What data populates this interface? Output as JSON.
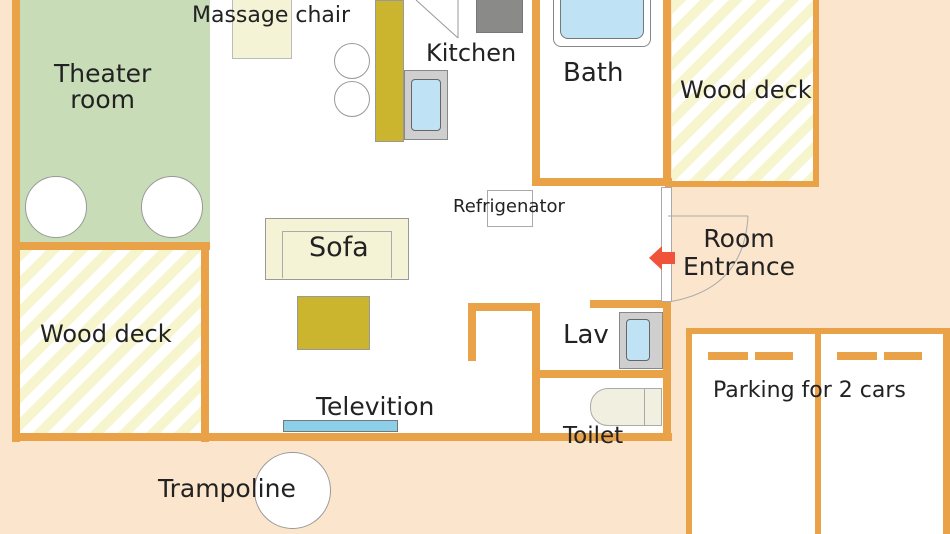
{
  "labels": {
    "massage_chair": "Massage chair",
    "kitchen": "Kitchen",
    "bath": "Bath",
    "theater_room": "Theater\nroom",
    "wood_deck_right": "Wood deck",
    "refrigerator": "Refrigenator",
    "sofa": "Sofa",
    "room_entrance": "Room\nEntrance",
    "wood_deck_left": "Wood deck",
    "lav": "Lav",
    "parking": "Parking for 2 cars",
    "television": "Televition",
    "toilet": "Toilet",
    "trampoline": "Trampoline"
  },
  "colors": {
    "background": "#fbe5cc",
    "wall": "#eaa248",
    "theater_floor": "#c8dcb8",
    "deck_stripe": "#f6f5cd",
    "mustard": "#cbb52f",
    "fixture_blue": "#bfe3f5",
    "entrance_arrow": "#f0523a"
  },
  "icons": [
    "entrance-arrow-icon"
  ]
}
